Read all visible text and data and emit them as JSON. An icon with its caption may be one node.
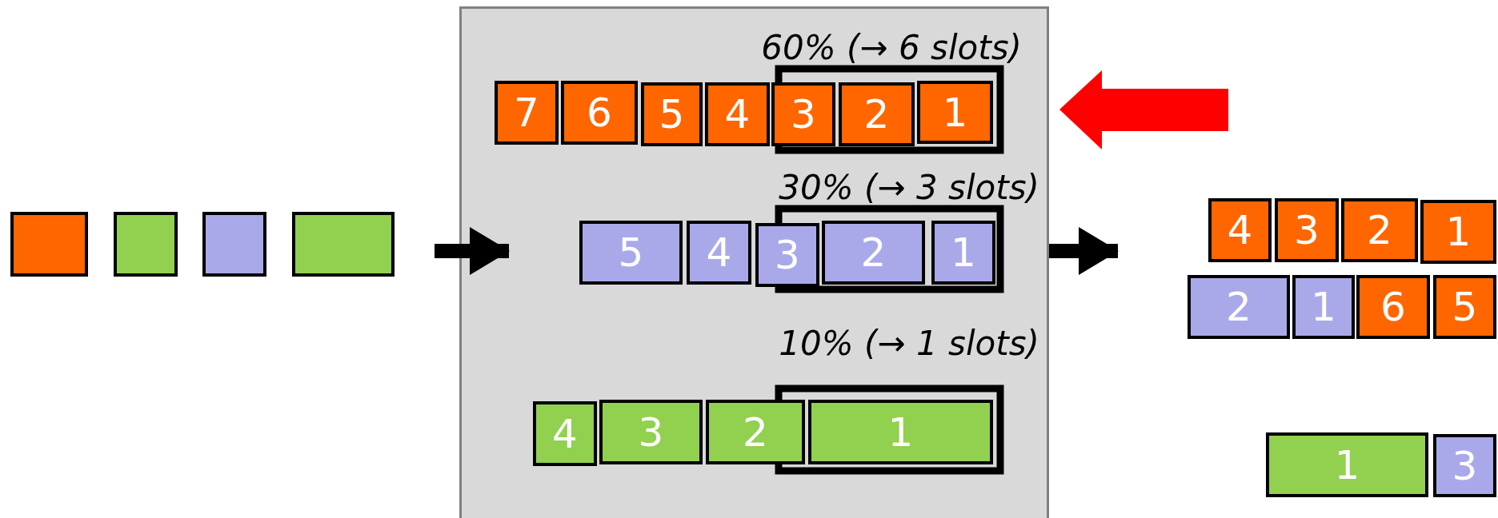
{
  "diagram": {
    "nodes": [
      {
        "text": [],
        "shape": "box"
      },
      {
        "text": [],
        "shape": "box"
      },
      {
        "text": [],
        "shape": "box"
      },
      {
        "text": [],
        "shape": "box"
      },
      {
        "text": [],
        "shape": "box"
      },
      {
        "text": [
          "7"
        ],
        "in": 4
      },
      {
        "text": [
          "6"
        ],
        "in": 4
      },
      {
        "text": [
          "5"
        ],
        "in": 4
      },
      {
        "text": [
          "4"
        ],
        "in": 4
      },
      {
        "text": [
          "3"
        ],
        "in": 4
      },
      {
        "text": [
          "2"
        ],
        "in": 4
      },
      {
        "text": [
          "1"
        ],
        "in": 4
      },
      {
        "text": [
          "5"
        ],
        "in": 4
      },
      {
        "text": [
          "4"
        ],
        "in": 4
      },
      {
        "text": [
          "3"
        ],
        "in": 4
      },
      {
        "text": [
          "2"
        ],
        "in": 4
      },
      {
        "text": [
          "1"
        ],
        "in": 4
      },
      {
        "text": [
          "4"
        ],
        "in": 4
      },
      {
        "text": [
          "3"
        ],
        "in": 4
      },
      {
        "text": [
          "2"
        ],
        "in": 4
      },
      {
        "text": [
          "1"
        ],
        "in": 4
      },
      {
        "text": [
          "4"
        ]
      },
      {
        "text": [
          "3"
        ]
      },
      {
        "text": [
          "2"
        ]
      },
      {
        "text": [
          "1"
        ]
      },
      {
        "text": [
          "2"
        ]
      },
      {
        "text": [
          "1"
        ]
      },
      {
        "text": [
          "6"
        ]
      },
      {
        "text": [
          "5"
        ]
      },
      {
        "text": [
          "1"
        ]
      },
      {
        "text": [
          "3"
        ]
      }
    ],
    "edges": [
      {
        "from": null,
        "to": 4,
        "arrow": "to"
      },
      {
        "from": 4,
        "to": null,
        "arrow": "to"
      }
    ],
    "labels": [
      "60% (→ 6 slots)",
      "30% (→ 3 slots)",
      "10% (→ 1 slots)"
    ]
  }
}
